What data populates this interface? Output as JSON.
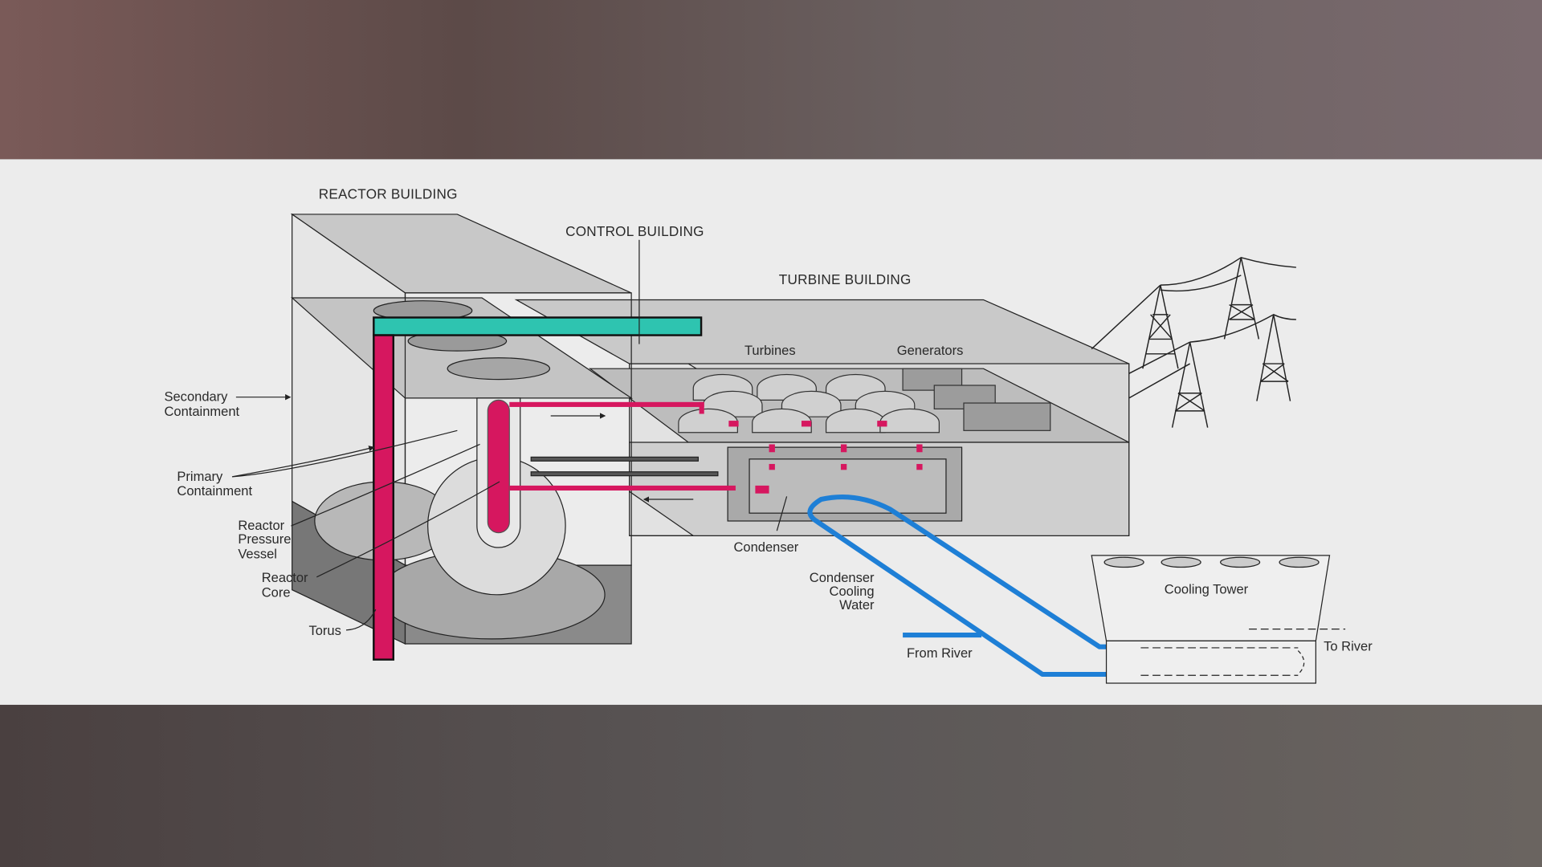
{
  "colors": {
    "steam_pipe": "#d6175f",
    "feedwater_pipe": "#2ec4b0",
    "cooling_water": "#1e7fd6",
    "panel": "#ececec"
  },
  "labels": {
    "reactor_building": "REACTOR BUILDING",
    "control_building": "CONTROL BUILDING",
    "turbine_building": "TURBINE BUILDING",
    "turbines": "Turbines",
    "generators": "Generators",
    "secondary_containment": [
      "Secondary",
      "Containment"
    ],
    "primary_containment": [
      "Primary",
      "Containment"
    ],
    "reactor_pressure_vessel": [
      "Reactor",
      "Pressure",
      "Vessel"
    ],
    "reactor_core": [
      "Reactor",
      "Core"
    ],
    "torus": "Torus",
    "condenser": "Condenser",
    "condenser_cooling_water": [
      "Condenser",
      "Cooling",
      "Water"
    ],
    "from_river": "From River",
    "cooling_tower": "Cooling Tower",
    "to_river": "To River"
  }
}
